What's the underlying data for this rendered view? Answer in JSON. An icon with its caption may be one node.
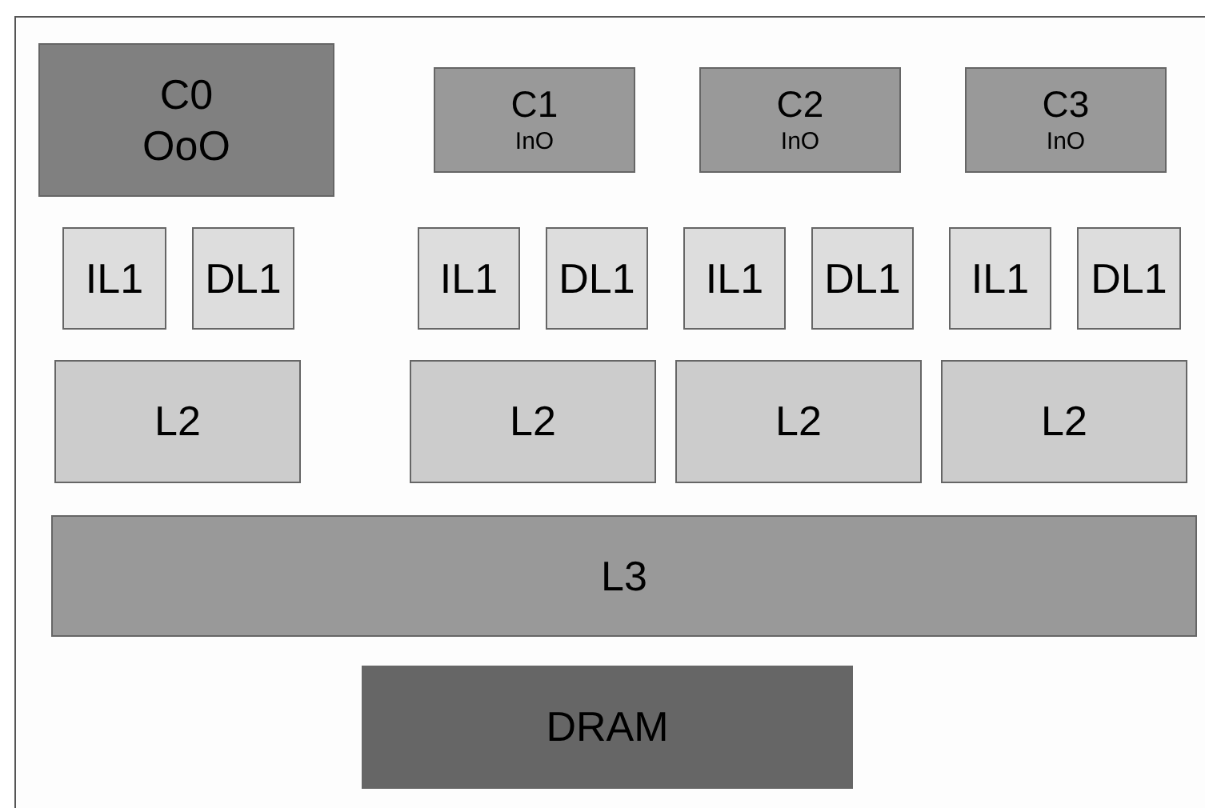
{
  "diagram": {
    "nodes": [
      {
        "text": [
          "C0",
          "OoO"
        ]
      },
      {
        "text": [
          "C1",
          "InO"
        ]
      },
      {
        "text": [
          "C2",
          "InO"
        ]
      },
      {
        "text": [
          "C3",
          "InO"
        ]
      },
      {
        "text": [
          "IL1"
        ]
      },
      {
        "text": [
          "DL1"
        ]
      },
      {
        "text": [
          "IL1"
        ]
      },
      {
        "text": [
          "DL1"
        ]
      },
      {
        "text": [
          "IL1"
        ]
      },
      {
        "text": [
          "DL1"
        ]
      },
      {
        "text": [
          "IL1"
        ]
      },
      {
        "text": [
          "DL1"
        ]
      },
      {
        "text": [
          "L2"
        ]
      },
      {
        "text": [
          "L2"
        ]
      },
      {
        "text": [
          "L2"
        ]
      },
      {
        "text": [
          "L2"
        ]
      },
      {
        "text": [
          "L3"
        ]
      },
      {
        "text": [
          "DRAM"
        ]
      }
    ]
  }
}
